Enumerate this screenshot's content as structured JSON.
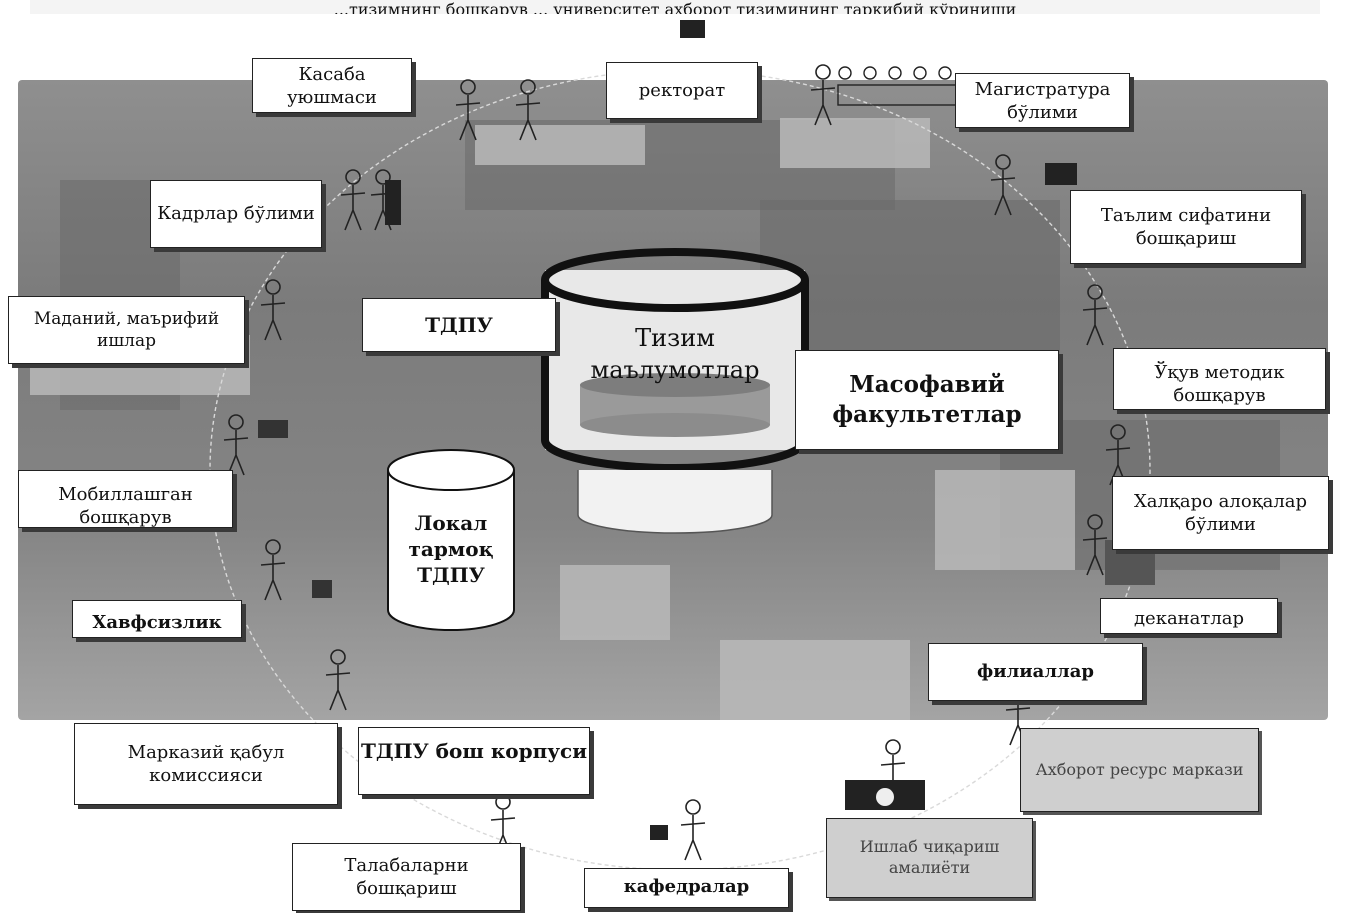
{
  "header_fragment": "...тизимнинг бошқарув ... университет ахборот тизимининг таркибий кўриниши",
  "nodes": {
    "kasaba": "Касаба уюшмаси",
    "rektorat": "ректорат",
    "magistratura": "Магистратура бўлими",
    "talim_sifat": "Таълим сифатини бошқариш",
    "kadrlar": "Кадрлар бўлими",
    "madaniy": "Маданий, маърифий ишлар",
    "tdpu_left": "ТДПУ",
    "masofaviy": "Масофавий факультетлар",
    "ukuv_metodik": "Ўқув методик бошқарув",
    "mobil": "Мобиллашган бошқарув",
    "xalqaro": "Халқаро алоқалар бўлими",
    "xavfsizlik": "Хавфсизлик",
    "dekanatlar": "деканатлар",
    "filiallar": "филиаллар",
    "axborot_resurs": "Ахборот ресурс маркази",
    "markaziy_qabul": "Марказий қабул комиссияси",
    "tdpu_korpus": "ТДПУ бош корпуси",
    "ishlab_chiqarish": "Ишлаб чиқариш амалиёти",
    "talabalar": "Талабаларни бошқариш",
    "kafedralar": "кафедралар"
  },
  "center": {
    "db_title": "Тизим маълумотлар базаси",
    "local_network": "Локал тармоқ ТДПУ"
  }
}
